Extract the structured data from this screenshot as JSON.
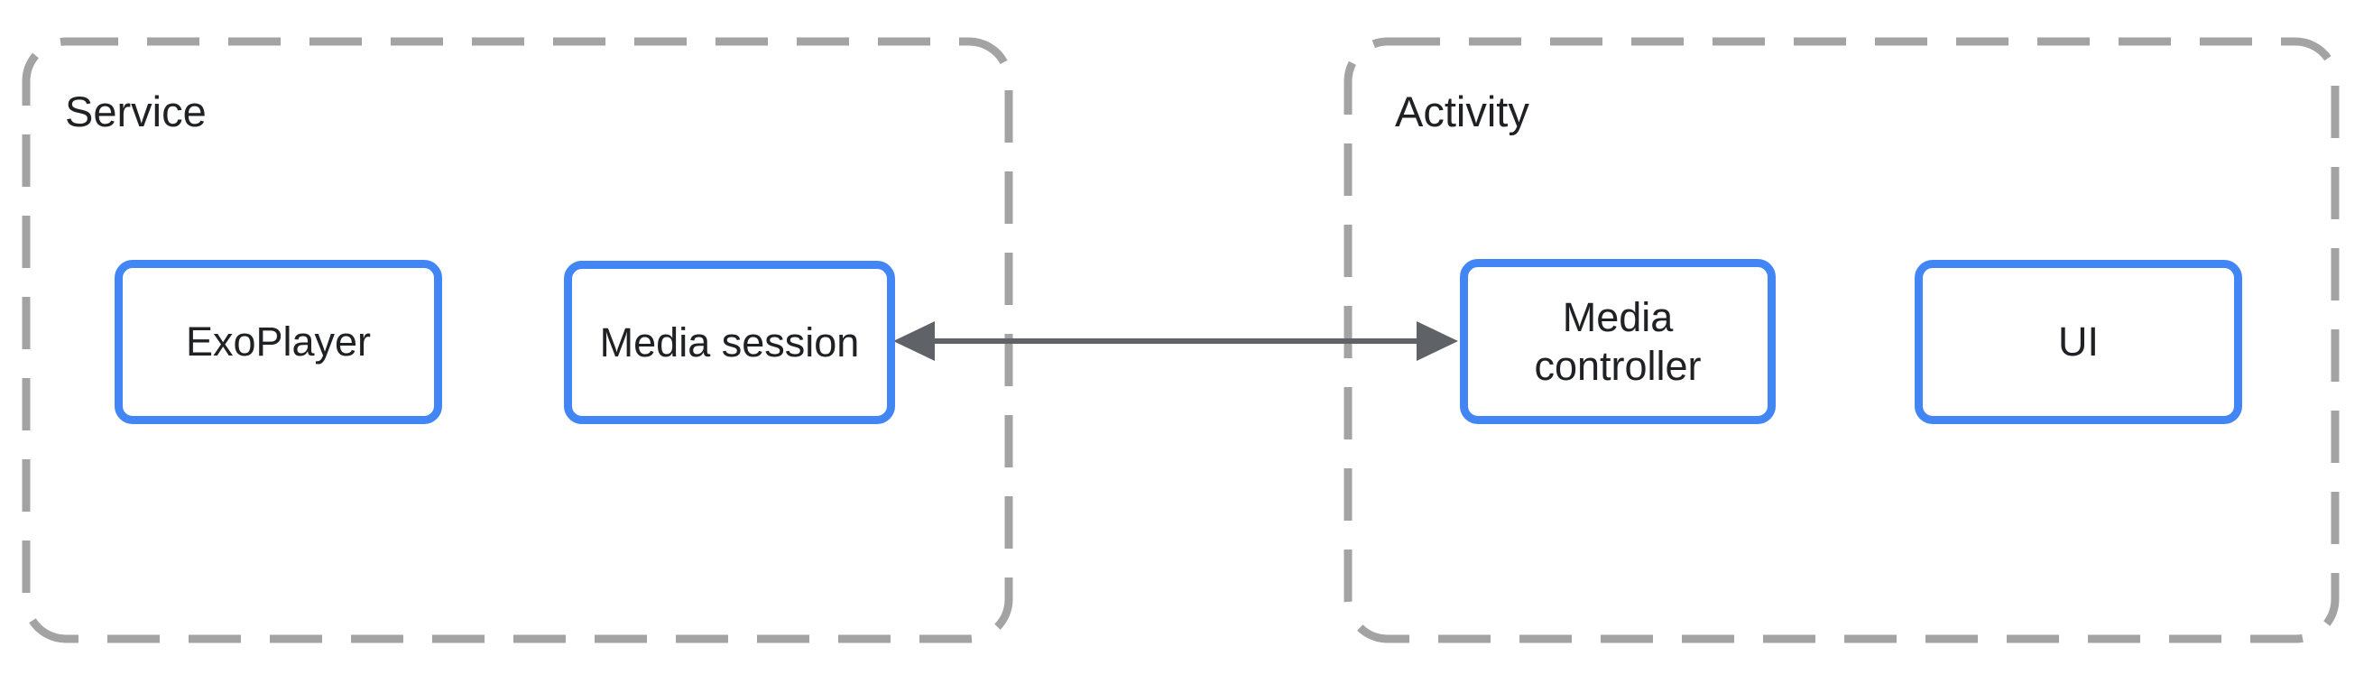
{
  "diagram": {
    "containers": [
      {
        "id": "service",
        "label": "Service"
      },
      {
        "id": "activity",
        "label": "Activity"
      }
    ],
    "nodes": [
      {
        "id": "exoplayer",
        "label": "ExoPlayer",
        "container": "service"
      },
      {
        "id": "media-session",
        "label": "Media session",
        "container": "service"
      },
      {
        "id": "media-controller",
        "label": "Media controller",
        "container": "activity"
      },
      {
        "id": "ui",
        "label": "UI",
        "container": "activity"
      }
    ],
    "connector": {
      "type": "bidirectional-arrow",
      "from": "media-session",
      "to": "media-controller"
    },
    "colors": {
      "background": "#ffffff",
      "node_border": "#4285f4",
      "container_dash": "#a3a3a3",
      "arrow": "#5f6368",
      "text": "#202124"
    }
  }
}
